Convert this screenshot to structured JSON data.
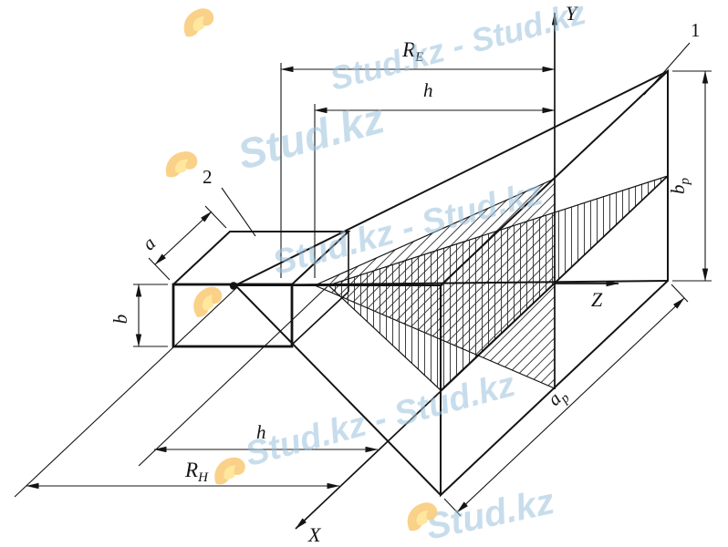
{
  "figure": {
    "axis_labels": {
      "x": "X",
      "y": "Y",
      "z": "Z"
    },
    "callouts": {
      "horn": "1",
      "waveguide": "2"
    },
    "dims": {
      "re_main": "R",
      "re_sub": "E",
      "rh_main": "R",
      "rh_sub": "H",
      "h_top": "h",
      "h_bottom": "h",
      "a": "a",
      "b": "b",
      "ap_main": "a",
      "ap_sub": "p",
      "bp_main": "b",
      "bp_sub": "p"
    }
  },
  "watermarks": {
    "single": "Stud.kz",
    "double": "Stud.kz - Stud.kz",
    "color": "#9cc2dd",
    "logo_color": "#f5a81e"
  }
}
